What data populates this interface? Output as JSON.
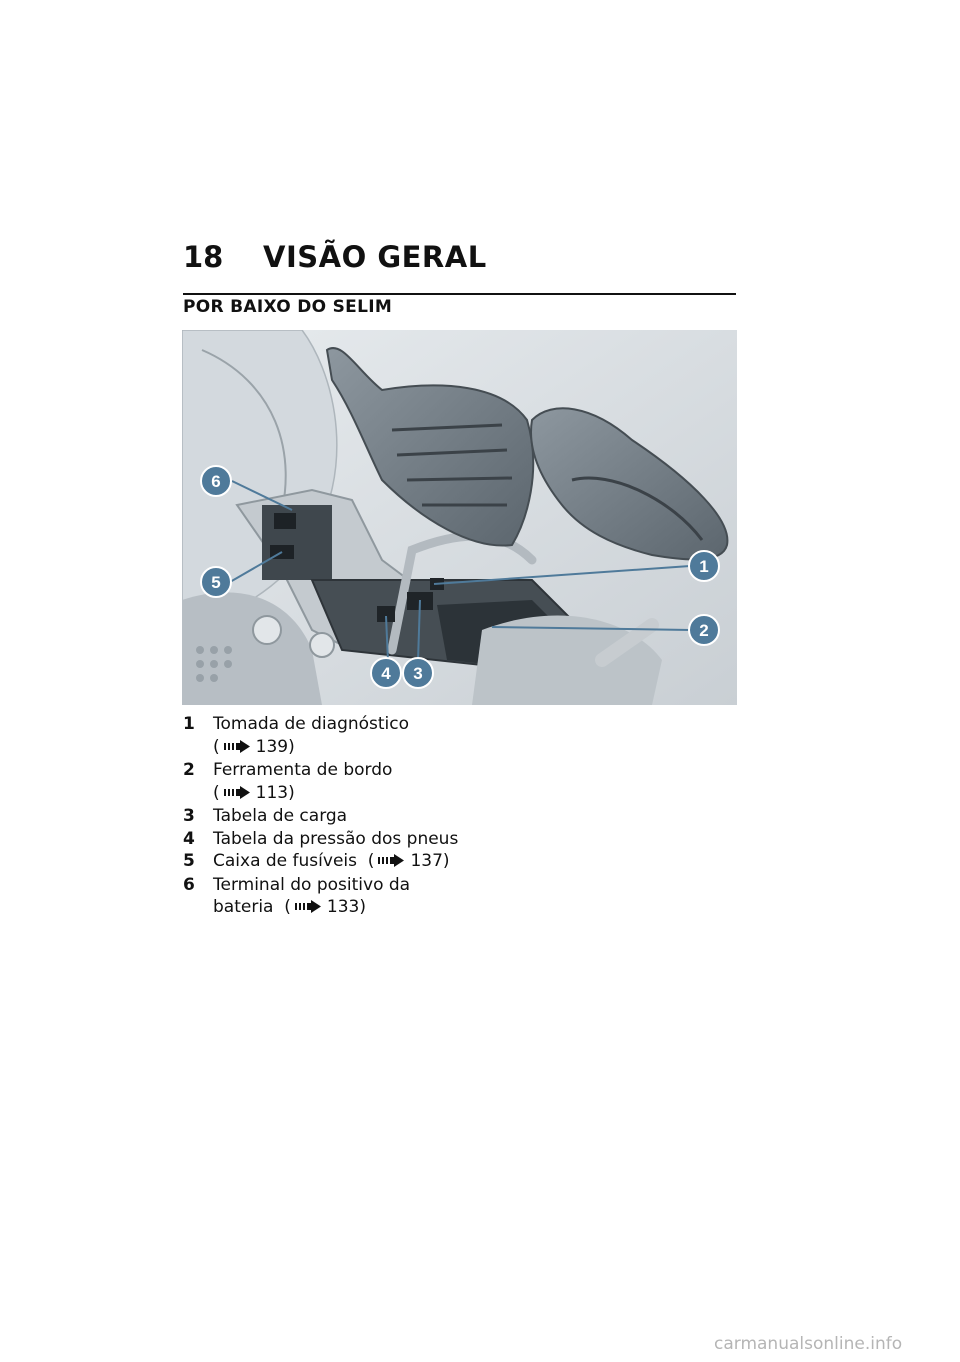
{
  "header": {
    "page_number": "18",
    "chapter_title": "VISÃO GERAL"
  },
  "section": {
    "title": "POR BAIXO DO SELIM"
  },
  "figure": {
    "callouts": [
      "1",
      "2",
      "3",
      "4",
      "5",
      "6"
    ],
    "callout_color": "#4f7a9a"
  },
  "legend": {
    "items": [
      {
        "num": "1",
        "text": "Tomada de diagnóstico",
        "ref": "139)"
      },
      {
        "num": "2",
        "text": "Ferramenta de bordo",
        "ref": "113)"
      },
      {
        "num": "3",
        "text": "Tabela de carga",
        "ref": ""
      },
      {
        "num": "4",
        "text": "Tabela da pressão dos pneus",
        "ref": ""
      },
      {
        "num": "5",
        "text": "Caixa de fusíveis",
        "ref": "137)"
      },
      {
        "num": "6",
        "text": "Terminal do positivo da bateria",
        "ref": "133)"
      }
    ]
  },
  "watermark": "carmanualsonline.info"
}
